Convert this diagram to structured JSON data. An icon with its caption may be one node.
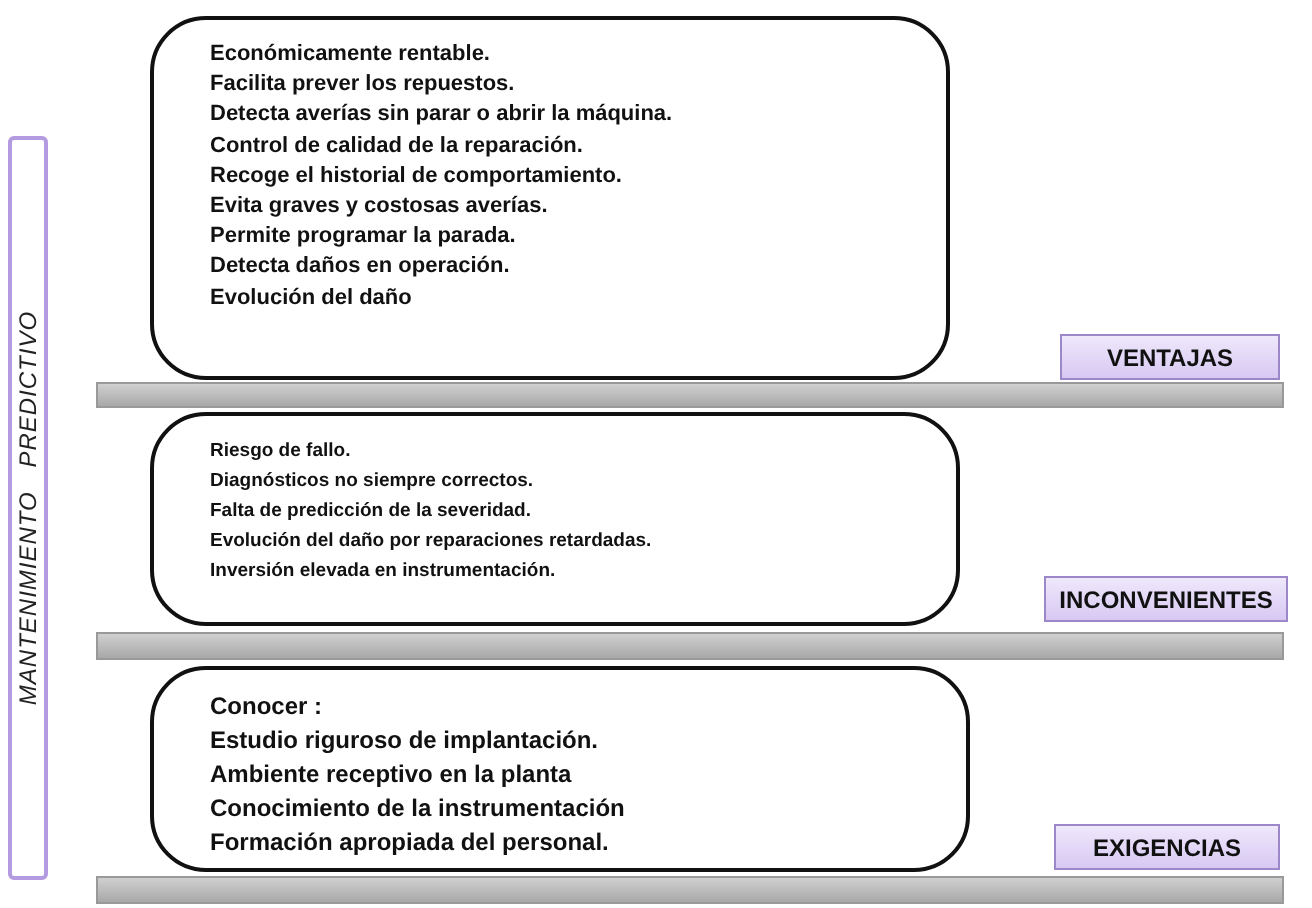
{
  "diagram": {
    "nodes": [
      {
        "text": [
          "MANTENIMIENTO PREDICTIVO"
        ]
      },
      {
        "text": [
          "Económicamente rentable.",
          "Facilita prever los repuestos.",
          "Detecta averías sin parar o abrir la máquina.",
          "Control de calidad de la reparación.",
          "Recoge el historial de comportamiento.",
          "Evita graves y costosas averías.",
          "Permite programar la parada.",
          "Detecta daños en operación.",
          "Evolución del daño"
        ]
      },
      {
        "text": [
          "VENTAJAS"
        ]
      },
      {
        "text": [
          "Riesgo de fallo.",
          "Diagnósticos no siempre correctos.",
          "Falta de predicción de la severidad.",
          "Evolución del daño por reparaciones retardadas.",
          "Inversión elevada en instrumentación."
        ]
      },
      {
        "text": [
          "INCONVENIENTES"
        ]
      },
      {
        "text": [
          "Conocer :",
          "Estudio riguroso de implantación.",
          "Ambiente receptivo en la planta",
          "Conocimiento de la instrumentación",
          "Formación apropiada del personal."
        ]
      },
      {
        "text": [
          "EXIGENCIAS"
        ]
      },
      {
        "text": [],
        "shape": "bar"
      },
      {
        "text": [],
        "shape": "bar"
      },
      {
        "text": [],
        "shape": "bar"
      }
    ],
    "edges": []
  }
}
